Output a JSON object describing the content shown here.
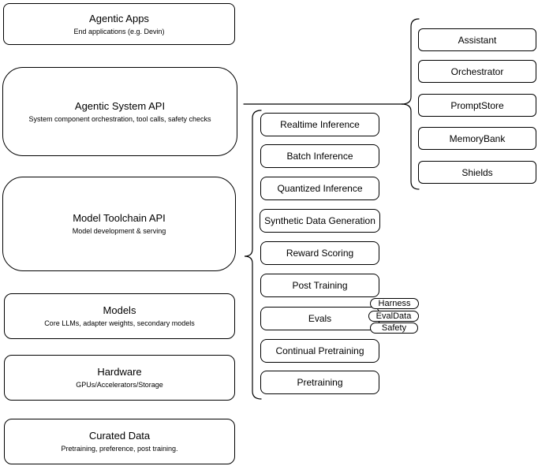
{
  "diagram": {
    "left_stack": [
      {
        "title": "Agentic Apps",
        "subtitle": "End applications (e.g. Devin)"
      },
      {
        "title": "Agentic System API",
        "subtitle": "System component orchestration, tool calls, safety checks"
      },
      {
        "title": "Model Toolchain API",
        "subtitle": "Model development & serving"
      },
      {
        "title": "Models",
        "subtitle": "Core LLMs, adapter weights, secondary models"
      },
      {
        "title": "Hardware",
        "subtitle": "GPUs/Accelerators/Storage"
      },
      {
        "title": "Curated Data",
        "subtitle": "Pretraining, preference, post training."
      }
    ],
    "toolchain_items": [
      "Realtime Inference",
      "Batch Inference",
      "Quantized Inference",
      "Synthetic Data Generation",
      "Reward Scoring",
      "Post Training",
      "Evals",
      "Continual Pretraining",
      "Pretraining"
    ],
    "evals_tags": [
      "Harness",
      "EvalData",
      "Safety"
    ],
    "system_components": [
      "Assistant",
      "Orchestrator",
      "PromptStore",
      "MemoryBank",
      "Shields"
    ],
    "colors": {
      "stroke": "#000000",
      "fill": "#ffffff",
      "text": "#000000"
    }
  }
}
